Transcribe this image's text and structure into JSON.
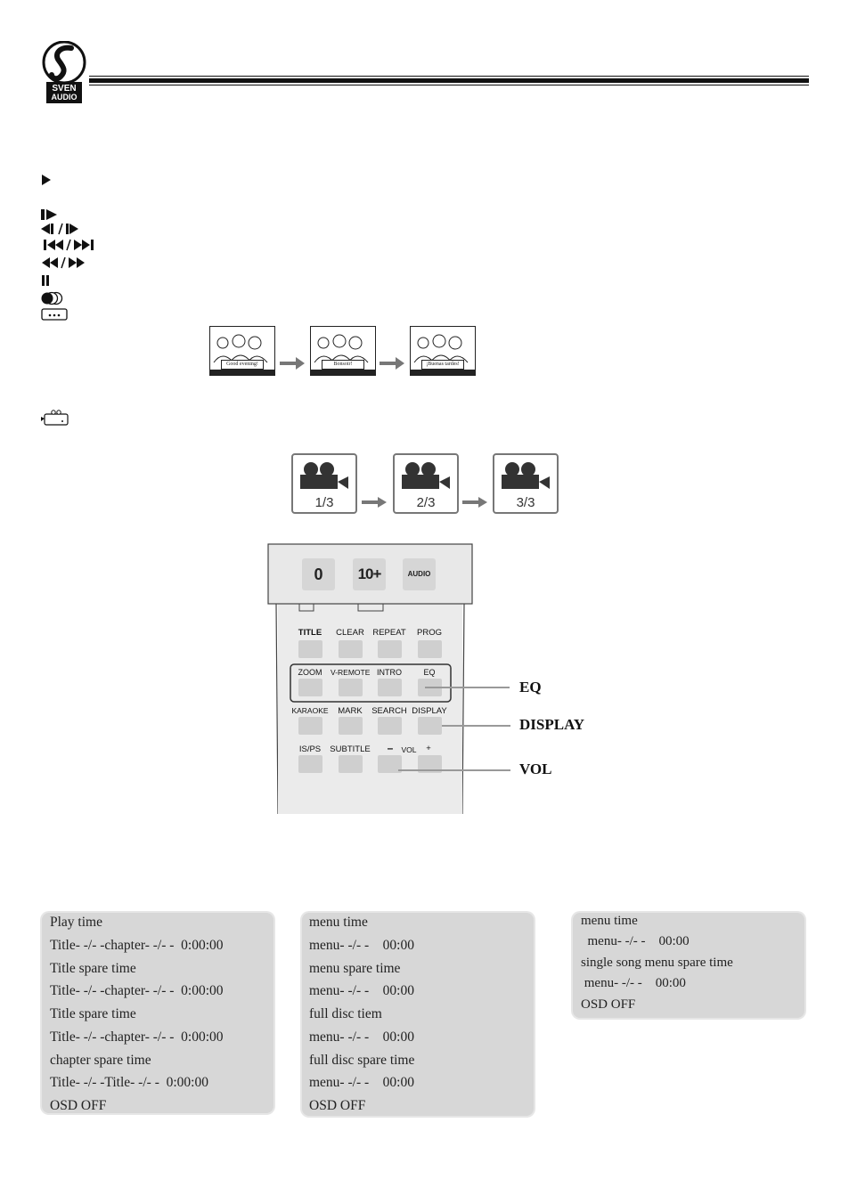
{
  "brand": {
    "logo_line1": "SVEN",
    "logo_line2": "AUDIO"
  },
  "subtitle_demo": [
    "Good evening!",
    "Bonsoir!",
    "¡Buenas tardes!"
  ],
  "angle_demo": [
    "1/3",
    "2/3",
    "3/3"
  ],
  "remote": {
    "top_keys": [
      "0",
      "10+",
      "AUDIO"
    ],
    "row1": [
      "TITLE",
      "CLEAR",
      "REPEAT",
      "PROG"
    ],
    "row2": [
      "ZOOM",
      "V-REMOTE",
      "INTRO",
      "EQ"
    ],
    "row3": [
      "KARAOKE",
      "MARK",
      "SEARCH",
      "DISPLAY"
    ],
    "row4": [
      "IS/PS",
      "SUBTITLE",
      "–",
      "VOL",
      "+"
    ],
    "callouts": {
      "eq": "EQ",
      "display": "DISPLAY",
      "vol": "VOL"
    }
  },
  "osd_panels": [
    {
      "lines": [
        "Play time",
        "Title- -/- -chapter- -/- -  0:00:00",
        "Title spare time",
        "Title- -/- -chapter- -/- -  0:00:00",
        "Title spare time",
        "Title- -/- -chapter- -/- -  0:00:00",
        "chapter spare time",
        "Title- -/- -Title- -/- -  0:00:00",
        "OSD OFF"
      ]
    },
    {
      "lines": [
        "menu time",
        "menu- -/- -    00:00",
        "menu spare time",
        "menu- -/- -    00:00",
        "full disc tiem",
        "menu- -/- -    00:00",
        "full disc spare time",
        "menu- -/- -    00:00",
        "OSD OFF"
      ]
    },
    {
      "lines": [
        "menu time",
        "  menu- -/- -    00:00",
        "single song menu spare time",
        " menu- -/- -    00:00",
        "OSD OFF"
      ]
    }
  ]
}
